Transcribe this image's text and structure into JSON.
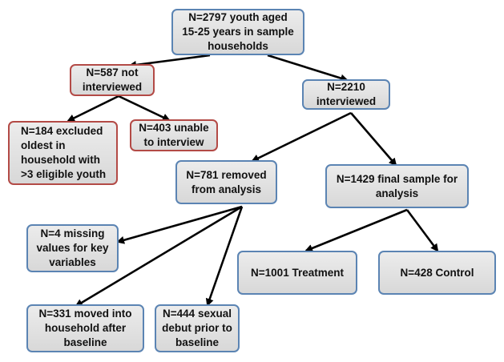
{
  "nodes": {
    "total": {
      "text": "N=2797 youth aged\n15-25 years in sample\nhouseholds",
      "color": "#5b84b3"
    },
    "not_interviewed": {
      "text": "N=587 not\ninterviewed",
      "color": "#b34a46"
    },
    "interviewed": {
      "text": "N=2210\ninterviewed",
      "color": "#5b84b3"
    },
    "excluded_oldest": {
      "text": "N=184 excluded\noldest in\nhousehold with\n>3 eligible youth",
      "color": "#b34a46"
    },
    "unable": {
      "text": "N=403 unable\nto interview",
      "color": "#b34a46"
    },
    "removed": {
      "text": "N=781 removed\nfrom analysis",
      "color": "#5b84b3"
    },
    "final_sample": {
      "text": "N=1429 final sample for\nanalysis",
      "color": "#5b84b3"
    },
    "missing": {
      "text": "N=4 missing\nvalues for key\nvariables",
      "color": "#5b84b3"
    },
    "treatment": {
      "text": "N=1001 Treatment",
      "color": "#5b84b3"
    },
    "control": {
      "text": "N=428 Control",
      "color": "#5b84b3"
    },
    "moved": {
      "text": "N=331 moved into\nhousehold after\nbaseline",
      "color": "#5b84b3"
    },
    "sexual_debut": {
      "text": "N=444 sexual\ndebut prior to\nbaseline",
      "color": "#5b84b3"
    }
  },
  "edges": [
    [
      "total",
      "not_interviewed"
    ],
    [
      "total",
      "interviewed"
    ],
    [
      "not_interviewed",
      "excluded_oldest"
    ],
    [
      "not_interviewed",
      "unable"
    ],
    [
      "interviewed",
      "removed"
    ],
    [
      "interviewed",
      "final_sample"
    ],
    [
      "removed",
      "missing"
    ],
    [
      "removed",
      "moved"
    ],
    [
      "removed",
      "sexual_debut"
    ],
    [
      "final_sample",
      "treatment"
    ],
    [
      "final_sample",
      "control"
    ]
  ]
}
